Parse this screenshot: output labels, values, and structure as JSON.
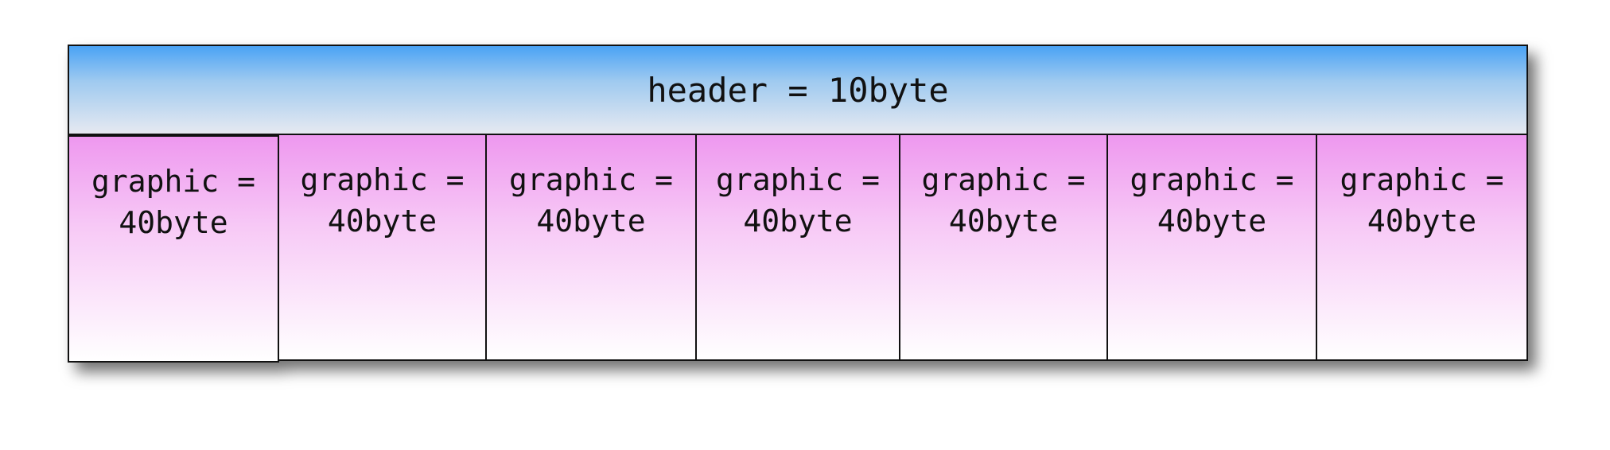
{
  "header": {
    "label": "header = 10byte",
    "gradient": [
      "#4aa3f5",
      "#e6e9f1"
    ]
  },
  "cells": [
    {
      "label": "graphic =\n40byte"
    },
    {
      "label": "graphic =\n40byte"
    },
    {
      "label": "graphic =\n40byte"
    },
    {
      "label": "graphic =\n40byte"
    },
    {
      "label": "graphic =\n40byte"
    },
    {
      "label": "graphic =\n40byte"
    },
    {
      "label": "graphic =\n40byte"
    }
  ],
  "colors": {
    "cell_top": "#ee98ef",
    "cell_bottom": "#ffffff",
    "border": "#111111"
  }
}
